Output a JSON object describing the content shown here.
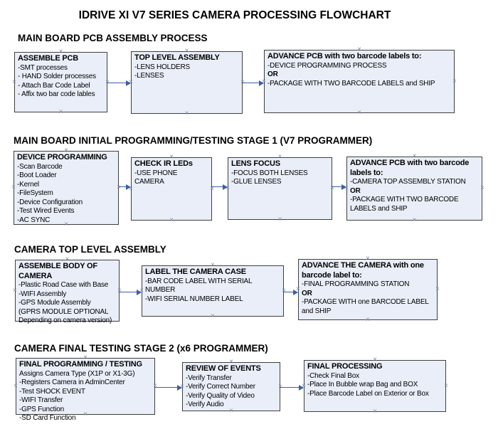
{
  "title": "IDRIVE XI V7 SERIES CAMERA PROCESSING FLOWCHART",
  "colors": {
    "box_fill": "#e9eef8",
    "box_border": "#3f3f3f",
    "arrow_blue": "#3c5fa7",
    "connection_mark": "#7d8aa6",
    "text": "#000000",
    "background": "#ffffff"
  },
  "connection_marker_glyph": "×",
  "sections": [
    {
      "heading": "MAIN BOARD PCB ASSEMBLY PROCESS",
      "boxes": [
        {
          "title": "ASSEMBLE PCB",
          "lines": [
            {
              "t": "-SMT processes"
            },
            {
              "t": "- HAND Solder processes"
            },
            {
              "t": "- Attach Bar Code Label"
            },
            {
              "t": "- Affix two bar code lables"
            }
          ]
        },
        {
          "title": "TOP LEVEL ASSEMBLY",
          "lines": [
            {
              "t": "-LENS HOLDERS"
            },
            {
              "t": "-LENSES"
            }
          ]
        },
        {
          "title": "ADVANCE PCB with two barcode labels to:",
          "lines": [
            {
              "t": "-DEVICE PROGRAMMING PROCESS"
            },
            {
              "t": "OR",
              "b": true
            },
            {
              "t": "-PACKAGE WITH TWO BARCODE LABELS and SHIP"
            }
          ]
        }
      ]
    },
    {
      "heading": "MAIN BOARD INITIAL PROGRAMMING/TESTING STAGE 1 (V7 PROGRAMMER)",
      "boxes": [
        {
          "title": "DEVICE PROGRAMMING",
          "lines": [
            {
              "t": "-Scan Barcode"
            },
            {
              "t": "-Boot Loader"
            },
            {
              "t": "-Kernel"
            },
            {
              "t": "-FileSystem"
            },
            {
              "t": "-Device Configuration"
            },
            {
              "t": "-Test Wired Events"
            },
            {
              "t": "-AC SYNC"
            }
          ]
        },
        {
          "title": "CHECK IR LEDs",
          "lines": [
            {
              "t": "-USE PHONE CAMERA"
            }
          ]
        },
        {
          "title": "LENS FOCUS",
          "lines": [
            {
              "t": "-FOCUS BOTH LENSES"
            },
            {
              "t": "-GLUE LENSES"
            }
          ]
        },
        {
          "title": "ADVANCE PCB with two barcode labels to:",
          "lines": [
            {
              "t": "-CAMERA TOP ASSEMBLY STATION"
            },
            {
              "t": "OR",
              "b": true
            },
            {
              "t": "-PACKAGE WITH TWO BARCODE LABELS and SHIP"
            }
          ]
        }
      ]
    },
    {
      "heading": "CAMERA TOP LEVEL ASSEMBLY",
      "boxes": [
        {
          "title": "ASSEMBLE BODY OF CAMERA",
          "lines": [
            {
              "t": "-Plastic Road Case with Base"
            },
            {
              "t": "-WIFI Assembly"
            },
            {
              "t": "-GPS Module Assembly"
            },
            {
              "t": "(GPRS MODULE OPTIONAL"
            },
            {
              "t": "Depending on camera version)"
            }
          ]
        },
        {
          "title": "LABEL THE CAMERA CASE",
          "lines": [
            {
              "t": "-BAR CODE LABEL WITH SERIAL NUMBER"
            },
            {
              "t": "-WIFI SERIAL NUMBER LABEL"
            }
          ]
        },
        {
          "title": "ADVANCE THE CAMERA with one barcode label to:",
          "lines": [
            {
              "t": "-FINAL PROGRAMMING STATION"
            },
            {
              "t": "OR",
              "b": true
            },
            {
              "t": "-PACKAGE WITH one BARCODE LABEL and SHIP"
            }
          ]
        }
      ]
    },
    {
      "heading": "CAMERA FINAL TESTING STAGE 2 (x6 PROGRAMMER)",
      "boxes": [
        {
          "title": "FINAL PROGRAMMING / TESTING",
          "lines": [
            {
              "t": "Assigns Camera Type (X1P or X1-3G)"
            },
            {
              "t": "-Registers Camera in AdminCenter"
            },
            {
              "t": "-Test SHOCK EVENT"
            },
            {
              "t": "-WIFI Transfer"
            },
            {
              "t": "-GPS Function"
            },
            {
              "t": "-SD Card Function"
            }
          ]
        },
        {
          "title": "REVIEW OF EVENTS",
          "lines": [
            {
              "t": "-Verify Transfer"
            },
            {
              "t": "-Verify Correct Number"
            },
            {
              "t": "-Verify Quality of Video"
            },
            {
              "t": "-Verify Audio"
            }
          ]
        },
        {
          "title": "FINAL PROCESSING",
          "lines": [
            {
              "t": " -Check Final Box"
            },
            {
              "t": "-Place In Bubble wrap Bag and BOX"
            },
            {
              "t": "-Place Barcode Label on Exterior or Box"
            }
          ]
        }
      ]
    }
  ]
}
